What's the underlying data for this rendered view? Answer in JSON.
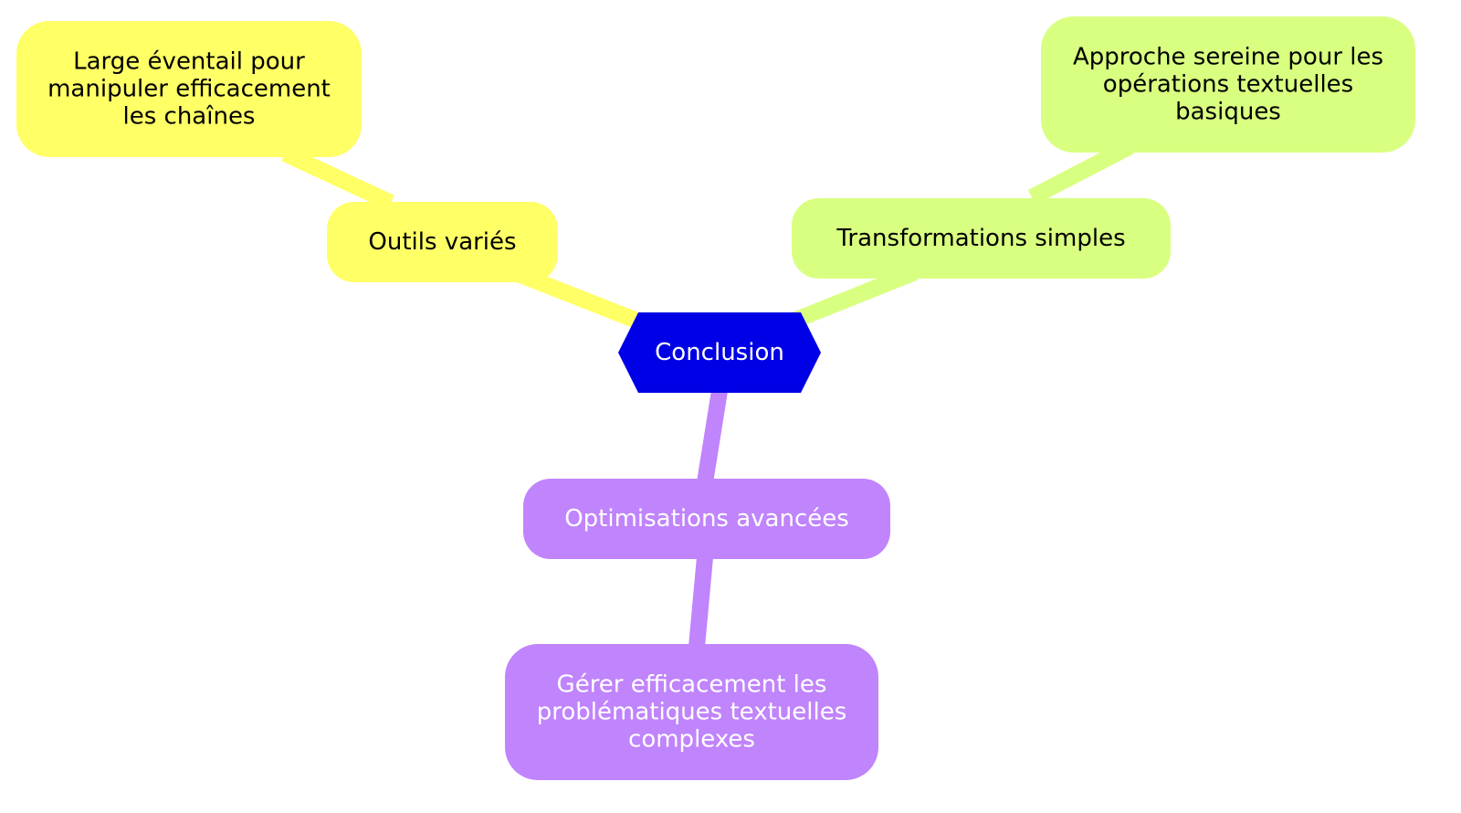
{
  "root": {
    "label": "Conclusion",
    "fill": "#0000e6",
    "text_color": "#ffffff"
  },
  "branches": [
    {
      "color": "#ffff66",
      "text_color": "#000000",
      "child": {
        "label": "Outils variés",
        "lines": [
          "Outils variés"
        ]
      },
      "leaf": {
        "label": "Large éventail pour manipuler efficacement les chaînes",
        "lines": [
          "Large éventail pour",
          "manipuler efficacement",
          "les chaînes"
        ]
      }
    },
    {
      "color": "#d9ff80",
      "text_color": "#000000",
      "child": {
        "label": "Transformations simples",
        "lines": [
          "Transformations simples"
        ]
      },
      "leaf": {
        "label": "Approche sereine pour les opérations textuelles basiques",
        "lines": [
          "Approche sereine pour les",
          "opérations textuelles",
          "basiques"
        ]
      }
    },
    {
      "color": "#c084fc",
      "text_color": "#ffffff",
      "child": {
        "label": "Optimisations avancées",
        "lines": [
          "Optimisations avancées"
        ]
      },
      "leaf": {
        "label": "Gérer efficacement les problématiques textuelles complexes",
        "lines": [
          "Gérer efficacement les",
          "problématiques textuelles",
          "complexes"
        ]
      }
    }
  ]
}
